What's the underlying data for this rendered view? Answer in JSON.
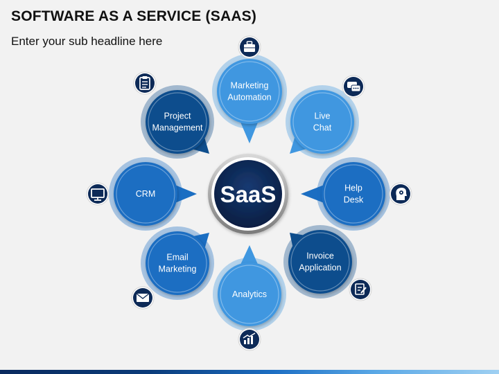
{
  "header": {
    "title": "SOFTWARE AS A SERVICE (SAAS)",
    "subtitle": "Enter your sub headline here"
  },
  "center": {
    "label": "SaaS"
  },
  "nodes": [
    {
      "id": "marketing",
      "lines": [
        "Marketing",
        "Automation"
      ],
      "icon": "briefcase-icon"
    },
    {
      "id": "chat",
      "lines": [
        "Live",
        "Chat"
      ],
      "icon": "chat-bubbles-icon"
    },
    {
      "id": "help",
      "lines": [
        "Help",
        "Desk"
      ],
      "icon": "head-gear-icon"
    },
    {
      "id": "invoice",
      "lines": [
        "Invoice",
        "Application"
      ],
      "icon": "document-edit-icon"
    },
    {
      "id": "analytics",
      "lines": [
        "Analytics"
      ],
      "icon": "bar-chart-icon"
    },
    {
      "id": "email",
      "lines": [
        "Email",
        "Marketing"
      ],
      "icon": "envelope-icon"
    },
    {
      "id": "crm",
      "lines": [
        "CRM"
      ],
      "icon": "monitor-icon"
    },
    {
      "id": "project",
      "lines": [
        "Project",
        "Management"
      ],
      "icon": "clipboard-icon"
    }
  ],
  "colors": {
    "dark_navy": "#0d2a57",
    "navy": "#0f4e8d",
    "blue": "#1b6ec2",
    "light_blue": "#3f97e0"
  }
}
